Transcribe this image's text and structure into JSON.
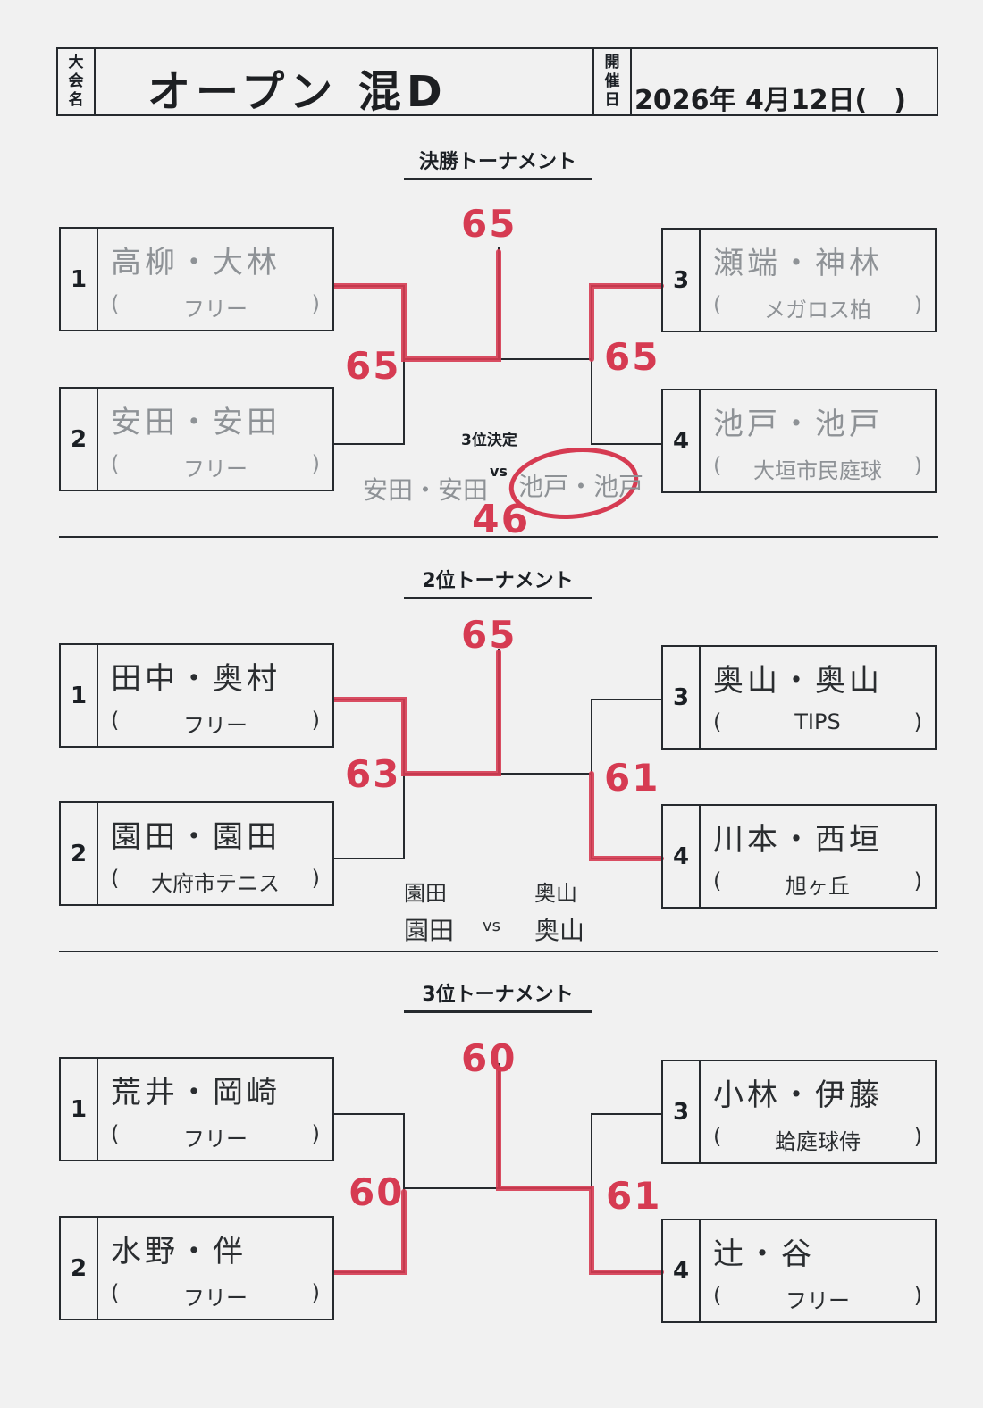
{
  "header": {
    "event_label": [
      "大",
      "会",
      "名"
    ],
    "event_name": "オープン 混D",
    "date_label": [
      "開",
      "催",
      "日"
    ],
    "date_value": "2026年 4月12日(　)"
  },
  "colors": {
    "ink": "#262a2e",
    "red": "#d63b52",
    "pencil": "#8e9296"
  },
  "sections": [
    {
      "title": "決勝トーナメント",
      "teams": [
        {
          "seed": "1",
          "names": "高柳・大林",
          "club": "フリー"
        },
        {
          "seed": "2",
          "names": "安田・安田",
          "club": "フリー"
        },
        {
          "seed": "3",
          "names": "瀬端・神林",
          "club": "メガロス柏"
        },
        {
          "seed": "4",
          "names": "池戸・池戸",
          "club": "大垣市民庭球"
        }
      ],
      "scores": {
        "final": "65",
        "semi_left": "65",
        "semi_right": "65"
      },
      "third_place": {
        "label": "3位決定",
        "vs": "vs",
        "left": "安田・安田",
        "right": "池戸・池戸",
        "score": "46"
      }
    },
    {
      "title": "2位トーナメント",
      "teams": [
        {
          "seed": "1",
          "names": "田中・奥村",
          "club": "フリー"
        },
        {
          "seed": "2",
          "names": "園田・園田",
          "club": "大府市テニス"
        },
        {
          "seed": "3",
          "names": "奥山・奥山",
          "club": "TIPS"
        },
        {
          "seed": "4",
          "names": "川本・西垣",
          "club": "旭ヶ丘"
        }
      ],
      "scores": {
        "final": "65",
        "semi_left": "63",
        "semi_right": "61"
      },
      "note": {
        "left_top": "園田",
        "left_bottom": "園田",
        "vs": "vs",
        "right_top": "奥山",
        "right_bottom": "奥山"
      }
    },
    {
      "title": "3位トーナメント",
      "teams": [
        {
          "seed": "1",
          "names": "荒井・岡崎",
          "club": "フリー"
        },
        {
          "seed": "2",
          "names": "水野・伴",
          "club": "フリー"
        },
        {
          "seed": "3",
          "names": "小林・伊藤",
          "club": "蛤庭球侍"
        },
        {
          "seed": "4",
          "names": "辻・谷",
          "club": "フリー"
        }
      ],
      "scores": {
        "final": "60",
        "semi_left": "60",
        "semi_right": "61"
      }
    }
  ]
}
